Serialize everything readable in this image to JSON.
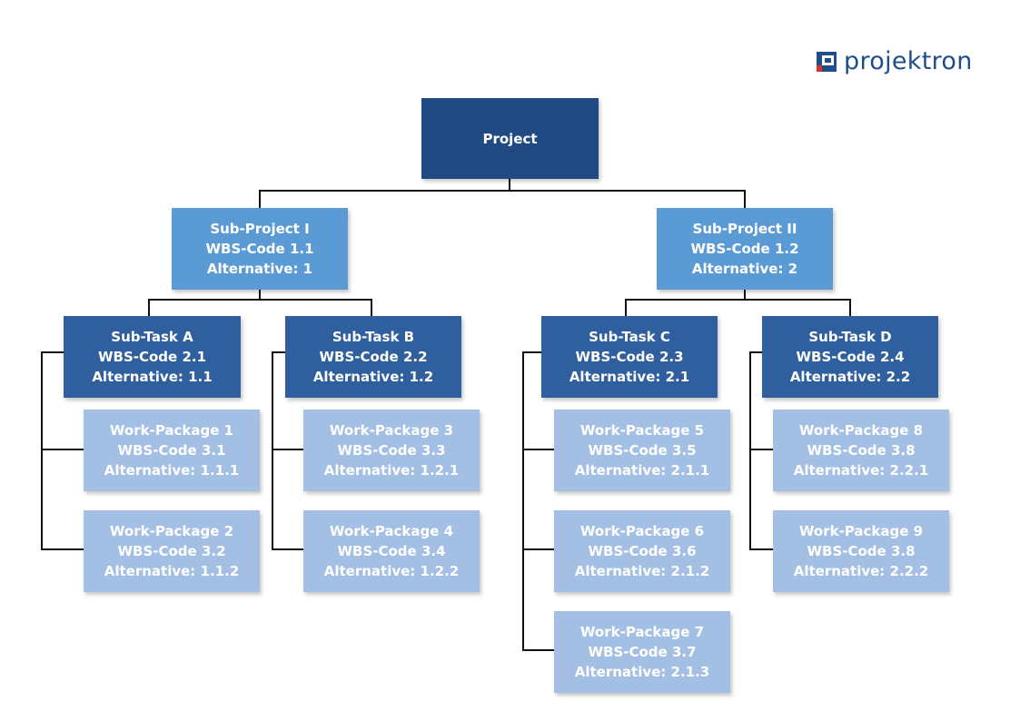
{
  "brand": {
    "name": "projektron"
  },
  "root": {
    "label": "Project"
  },
  "sub_projects": [
    {
      "label": "Sub-Project I",
      "code": "WBS-Code 1.1",
      "alt": "Alternative: 1"
    },
    {
      "label": "Sub-Project II",
      "code": "WBS-Code 1.2",
      "alt": "Alternative: 2"
    }
  ],
  "sub_tasks": [
    {
      "label": "Sub-Task A",
      "code": "WBS-Code 2.1",
      "alt": "Alternative: 1.1"
    },
    {
      "label": "Sub-Task B",
      "code": "WBS-Code 2.2",
      "alt": "Alternative: 1.2"
    },
    {
      "label": "Sub-Task C",
      "code": "WBS-Code 2.3",
      "alt": "Alternative: 2.1"
    },
    {
      "label": "Sub-Task D",
      "code": "WBS-Code 2.4",
      "alt": "Alternative: 2.2"
    }
  ],
  "work_packages": [
    {
      "label": "Work-Package 1",
      "code": "WBS-Code 3.1",
      "alt": "Alternative: 1.1.1"
    },
    {
      "label": "Work-Package 2",
      "code": "WBS-Code 3.2",
      "alt": "Alternative: 1.1.2"
    },
    {
      "label": "Work-Package 3",
      "code": "WBS-Code 3.3",
      "alt": "Alternative: 1.2.1"
    },
    {
      "label": "Work-Package 4",
      "code": "WBS-Code 3.4",
      "alt": "Alternative: 1.2.2"
    },
    {
      "label": "Work-Package 5",
      "code": "WBS-Code 3.5",
      "alt": "Alternative: 2.1.1"
    },
    {
      "label": "Work-Package 6",
      "code": "WBS-Code 3.6",
      "alt": "Alternative: 2.1.2"
    },
    {
      "label": "Work-Package 7",
      "code": "WBS-Code 3.7",
      "alt": "Alternative: 2.1.3"
    },
    {
      "label": "Work-Package 8",
      "code": "WBS-Code 3.8",
      "alt": "Alternative: 2.2.1"
    },
    {
      "label": "Work-Package 9",
      "code": "WBS-Code 3.8",
      "alt": "Alternative: 2.2.2"
    }
  ]
}
